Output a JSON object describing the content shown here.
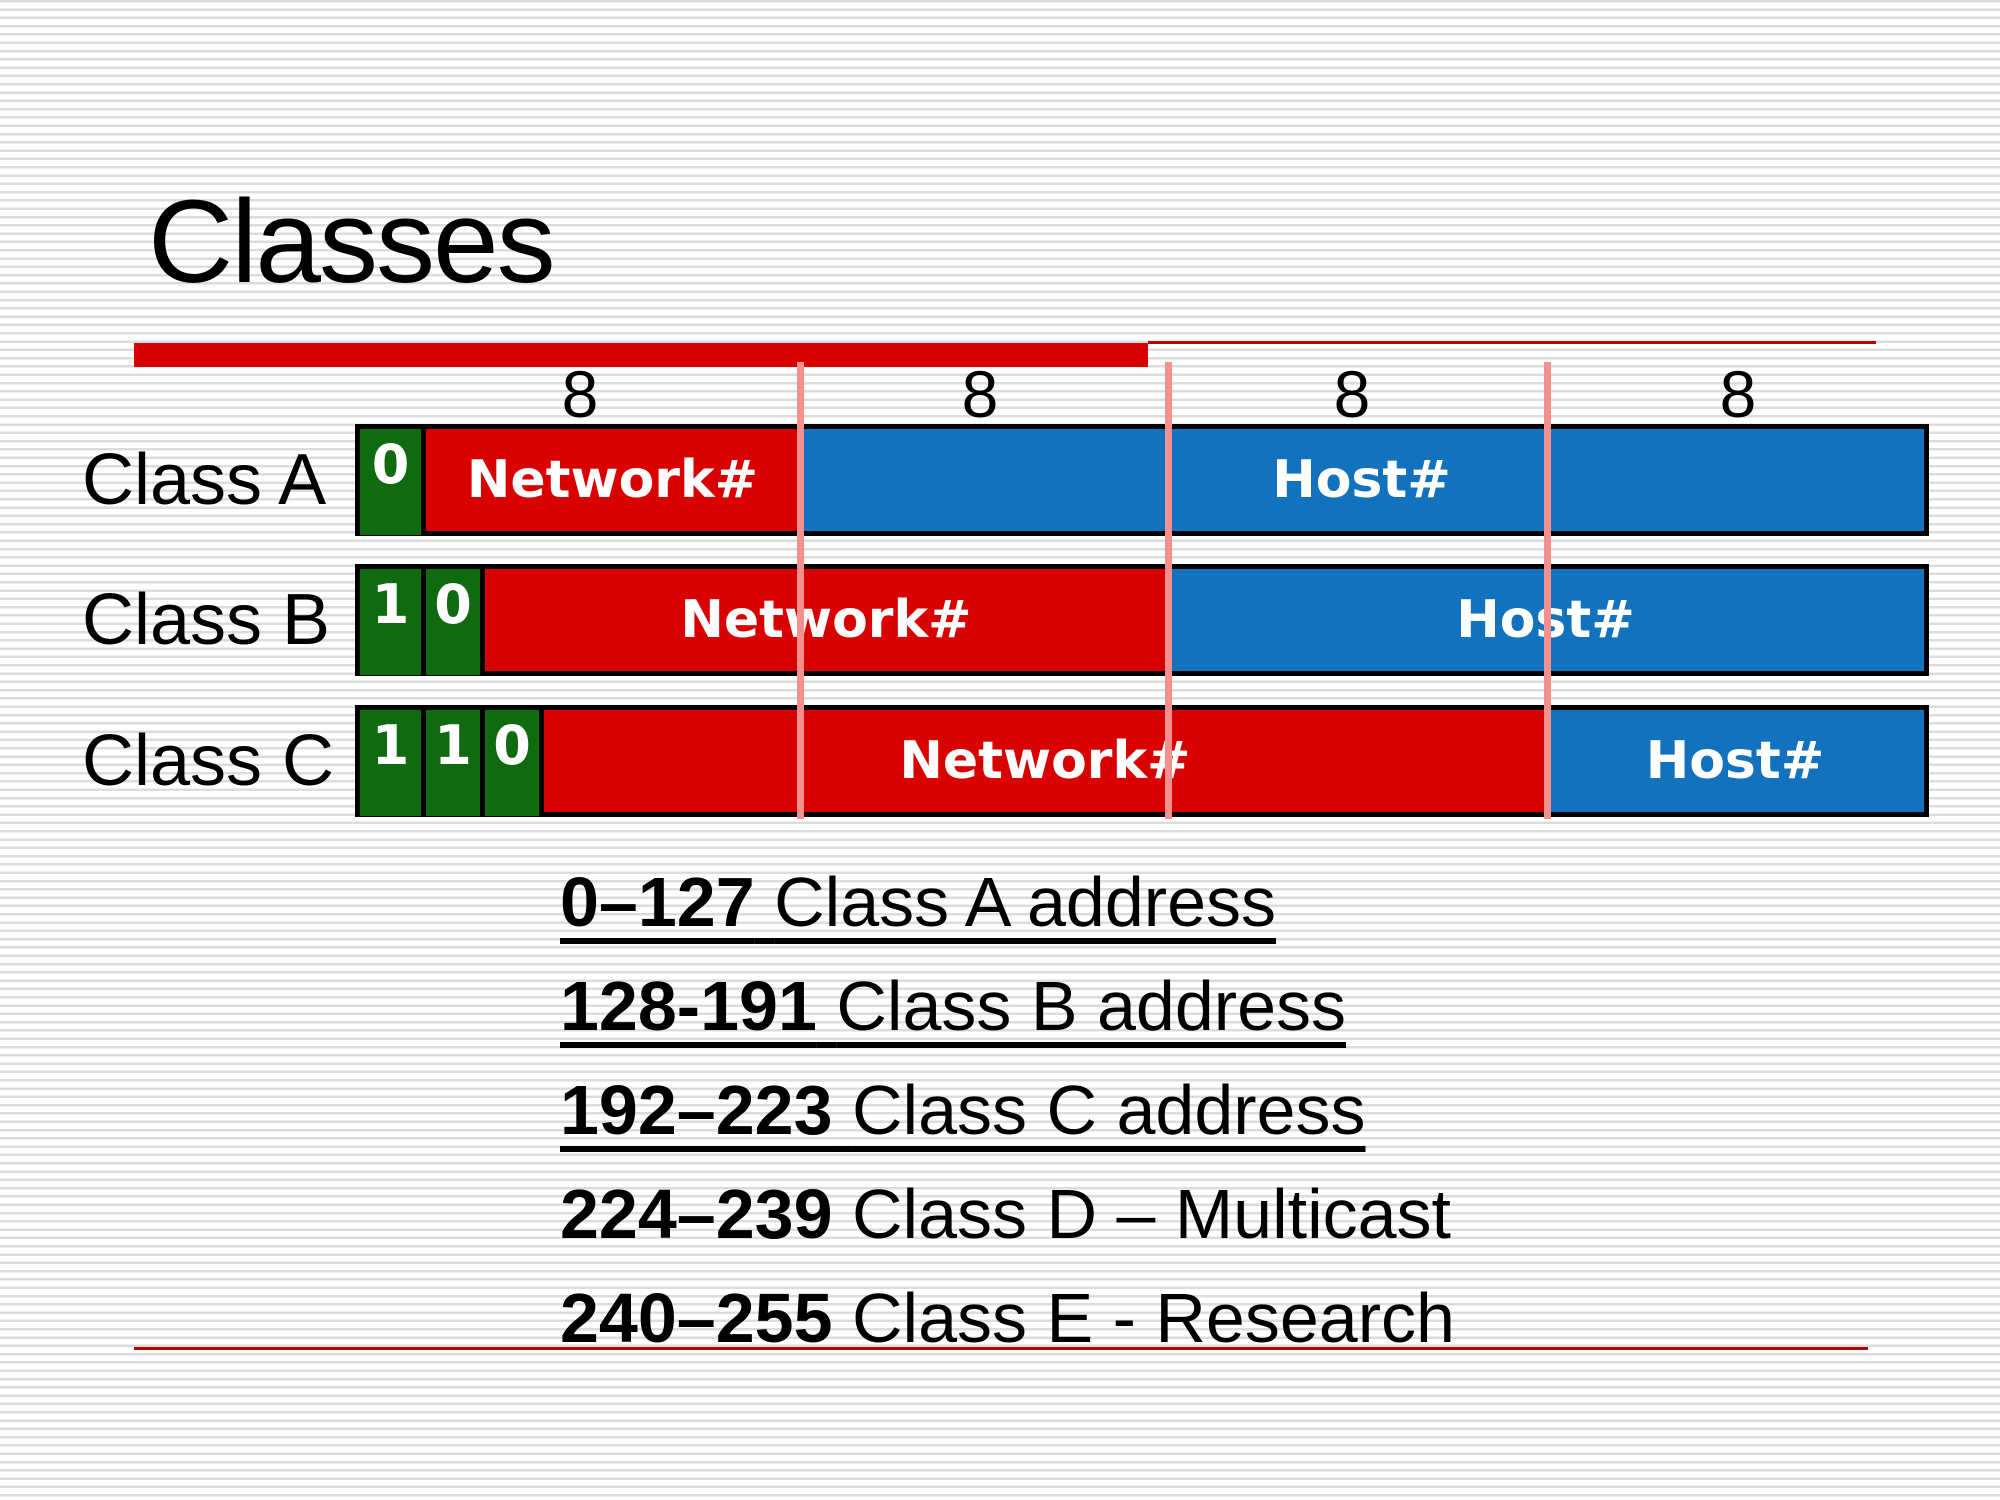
{
  "slide": {
    "title": "Classes",
    "octet_labels": [
      "8",
      "8",
      "8",
      "8"
    ],
    "rows": [
      {
        "label": "Class A",
        "bits": [
          "0"
        ],
        "network": "Network#",
        "host": "Host#"
      },
      {
        "label": "Class B",
        "bits": [
          "1",
          "0"
        ],
        "network": "Network#",
        "host": "Host#"
      },
      {
        "label": "Class C",
        "bits": [
          "1",
          "1",
          "0"
        ],
        "network": "Network#",
        "host": "Host#"
      }
    ],
    "ranges": [
      {
        "value": "0–127",
        "label": "Class A address",
        "underlined": true
      },
      {
        "value": "128-191",
        "label": "Class B address",
        "underlined": true
      },
      {
        "value": "192–223",
        "label": "Class C address",
        "underlined": true
      },
      {
        "value": "224–239",
        "label": "Class D – Multicast",
        "underlined": false
      },
      {
        "value": "240–255",
        "label": "Class E - Research",
        "underlined": false
      }
    ],
    "colors": {
      "bit_green": "#106b10",
      "network_red": "#d90000",
      "host_blue": "#1272bd",
      "divider_pink": "#f4908e",
      "title_rule_red": "#d90000",
      "thin_rule_red": "#c00000",
      "bottom_rule_red": "#b00000"
    }
  }
}
